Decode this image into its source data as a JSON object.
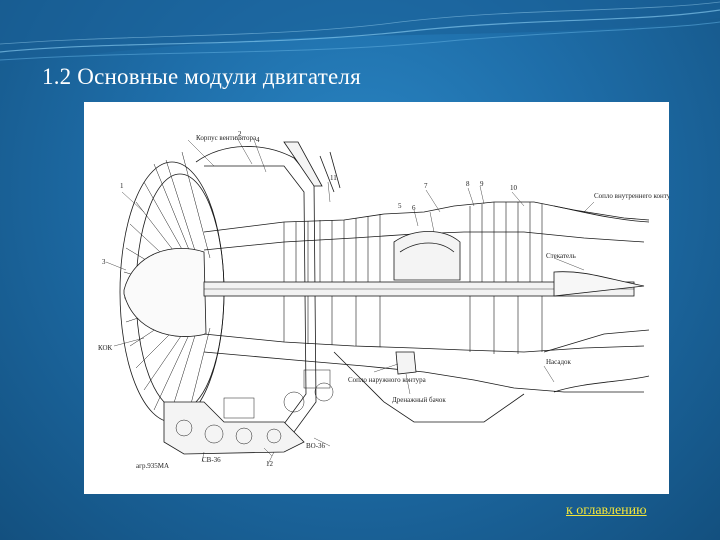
{
  "slide": {
    "title": "1.2 Основные модули двигателя",
    "toc_link": "к оглавлению"
  },
  "figure": {
    "labels": {
      "fan_case": "Корпус вентилятора",
      "cone": "КОК",
      "inner_nozzle": "Сопло внутреннего контура",
      "tail_cone": "Стекатель",
      "nozzle_attachment": "Насадок",
      "outer_nozzle": "Сопло наружного контура",
      "drain_tank": "Дренажный бачок",
      "unit_agr": "агр.935МА",
      "unit_sv": "СВ-36",
      "unit_vo": "ВО-36",
      "n1": "1",
      "n2": "2",
      "n3": "3",
      "n4": "4",
      "n5": "5",
      "n6": "6",
      "n7": "7",
      "n8": "8",
      "n9": "9",
      "n10": "10",
      "n11": "11",
      "n12": "12"
    }
  },
  "colors": {
    "background": "#1e6da8",
    "title_text": "#ffffff",
    "link_text": "#f3e63a",
    "figure_bg": "#ffffff"
  }
}
